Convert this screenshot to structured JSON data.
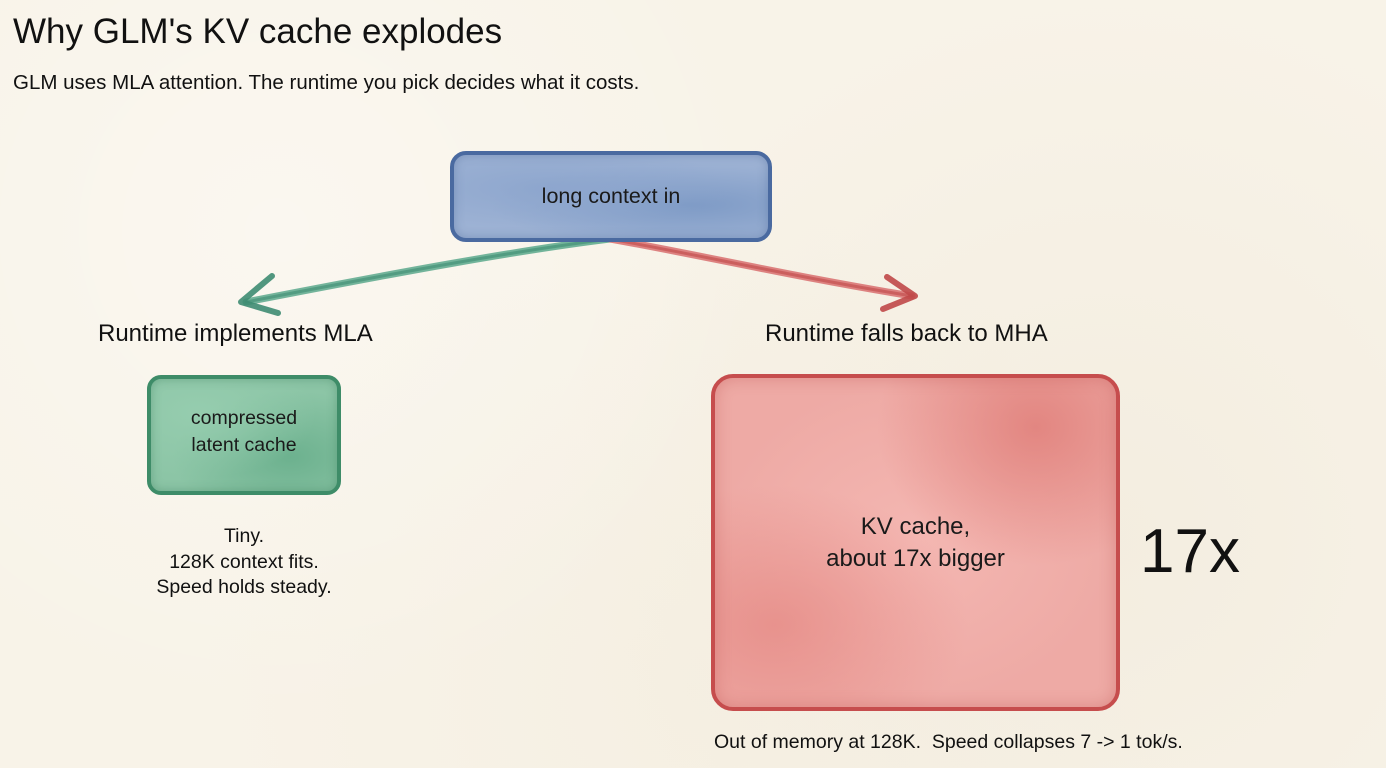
{
  "header": {
    "title": "Why GLM's KV cache explodes",
    "subtitle": "GLM uses MLA attention. The runtime you pick decides what it costs."
  },
  "diagram": {
    "input_node": {
      "label": "long context in"
    },
    "left_branch": {
      "label": "Runtime implements MLA",
      "box_lines": [
        "compressed",
        "latent cache"
      ],
      "notes": [
        "Tiny.",
        "128K context fits.",
        "Speed holds steady."
      ]
    },
    "right_branch": {
      "label": "Runtime falls back to MHA",
      "box_lines": [
        "KV cache,",
        "about 17x bigger"
      ],
      "multiplier": "17x",
      "note": "Out of memory at 128K.  Speed collapses 7 -> 1 tok/s."
    }
  },
  "colors": {
    "blue": "#4a6aa0",
    "green": "#3e8c68",
    "red": "#c64d4d",
    "paper": "#f8f3e8"
  }
}
